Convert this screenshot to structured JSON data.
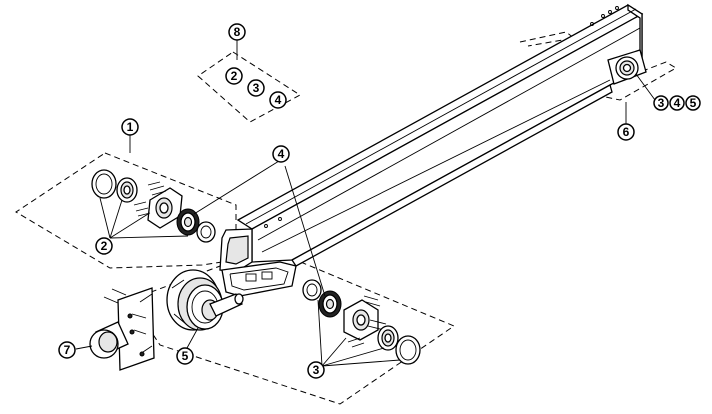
{
  "callouts": {
    "c1": "1",
    "c2_group8_a": "2",
    "c2_group8_b": "3",
    "c2_group8_c": "4",
    "c8": "8",
    "c2_left": "2",
    "c4": "4",
    "c5": "5",
    "c7": "7",
    "c3_bottom": "3",
    "c6": "6",
    "c3_right": "3",
    "c4_right": "4",
    "c5_right": "5"
  }
}
